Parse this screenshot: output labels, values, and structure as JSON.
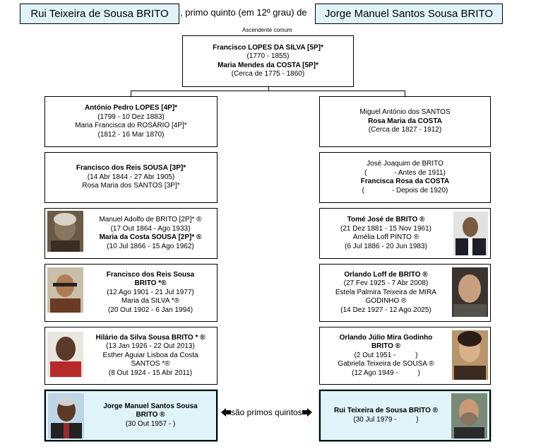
{
  "header": {
    "person_a": "Rui Teixeira de Sousa BRITO",
    "between": ", primo quinto (em 12º grau) de",
    "person_b": "Jorge Manuel Santos Sousa BRITO"
  },
  "common_ancestor_label": "Ascendente comum",
  "root": {
    "line1": "Francisco LOPES DA SILVA [5P]*",
    "line2": "(1770 - 1855)",
    "line3": "Maria Mendes da COSTA [5P]*",
    "line4": "(Cerca de 1775 - 1860)"
  },
  "left": [
    {
      "lines": [
        "António Pedro LOPES [4P]*",
        "(1799 - 10 Dez 1883)",
        "Maria Francisca do ROSÁRIO [4P]*",
        "(1812 - 16 Mar 1870)"
      ],
      "bold": [
        0
      ]
    },
    {
      "lines": [
        "Francisco dos Reis SOUSA [3P]*",
        "(14 Abr 1844 - 27 Abr 1905)",
        "Rosa Maria dos SANTOS [3P]*"
      ],
      "bold": [
        0
      ]
    },
    {
      "lines": [
        "Manuel Adolfo de BRITO [2P]* ®",
        "(17 Out 1864 - Ago 1933)",
        "Maria da Costa SOUSA [2P]* ®",
        "(10 Jul 1866 - 15 Ago 1962)"
      ],
      "bold": [
        2
      ]
    },
    {
      "lines": [
        "Francisco dos Reis Sousa",
        "BRITO *®",
        "(12 Ago 1901 - 21 Jul 1977)",
        "Maria da SILVA *®",
        "(20 Out 1902 - 6 Jan 1994)"
      ],
      "bold": [
        0,
        1
      ]
    },
    {
      "lines": [
        "Hilário da Silva Sousa BRITO * ®",
        "(13 Jan 1926 - 22 Out 2013)",
        "Esther Aguiar Lisboa da Costa",
        "SANTOS *®",
        "(8 Out 1924 - 15 Abr 2011)"
      ],
      "bold": [
        0
      ]
    },
    {
      "lines": [
        "Jorge Manuel Santos Sousa",
        "BRITO ®",
        "(30 Out 1957 -          )"
      ],
      "bold": [
        0,
        1
      ]
    }
  ],
  "right": [
    {
      "lines": [
        "Miguel António dos SANTOS",
        "Rosa Maria da COSTA",
        "(Cerca de 1827 - 1912)"
      ],
      "bold": [
        1
      ]
    },
    {
      "lines": [
        "José Joaquim de BRITO",
        "(              - Antes de 1911)",
        "Francisca Rosa da COSTA",
        "(              - Depois de 1920)"
      ],
      "bold": [
        2
      ]
    },
    {
      "lines": [
        "Tomé José de BRITO ®",
        "(21 Dez 1881 - 15 Nov 1961)",
        "Amélia Loff PINTO ®",
        "(6 Jul 1886 - 20 Jun 1983)"
      ],
      "bold": [
        0
      ]
    },
    {
      "lines": [
        "Orlando Loff de BRITO ®",
        "(27 Fev 1925 - 7 Abr 2008)",
        "Estela Palmira Teixeira de MIRA",
        "GODINHO ®",
        "(14 Dez 1927 - 12 Ago 2025)"
      ],
      "bold": [
        0
      ]
    },
    {
      "lines": [
        "Orlando Júlio Mira Godinho",
        "BRITO ®",
        "(2 Out 1951 -          )",
        "Gabriela Teixeira de SOUSA ®",
        "(12 Ago 1949 -          )"
      ],
      "bold": [
        0,
        1
      ]
    },
    {
      "lines": [
        "Rui Teixeira de Sousa BRITO ®",
        "(30 Jul 1979 -          )"
      ],
      "bold": [
        0
      ]
    }
  ],
  "relation_label": "são primos quintos",
  "icons": {
    "left_arrow": "arrow-left-icon",
    "right_arrow": "arrow-right-icon"
  }
}
